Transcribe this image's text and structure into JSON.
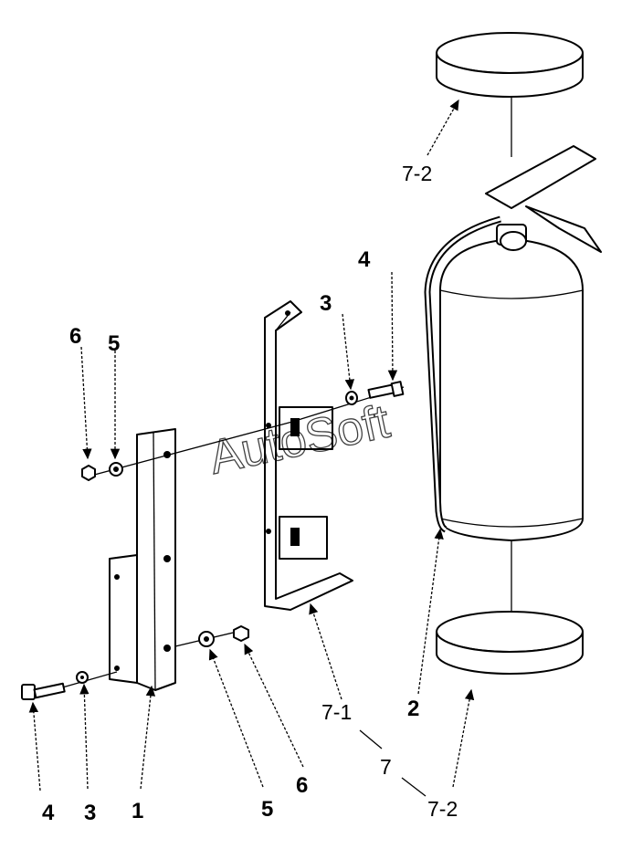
{
  "watermark": "AutoSoft",
  "labels": {
    "strap_top": "7-2",
    "bolt_top": "4",
    "washer_top": "3",
    "nut_left": "6",
    "washer_left": "5",
    "bracket_71": "7-1",
    "cylinder": "2",
    "assembly": "7",
    "strap_bottom": "7-2",
    "bolt_bottom": "4",
    "washer_bottom": "3",
    "plate": "1",
    "washer_mid": "5",
    "nut_mid": "6"
  }
}
